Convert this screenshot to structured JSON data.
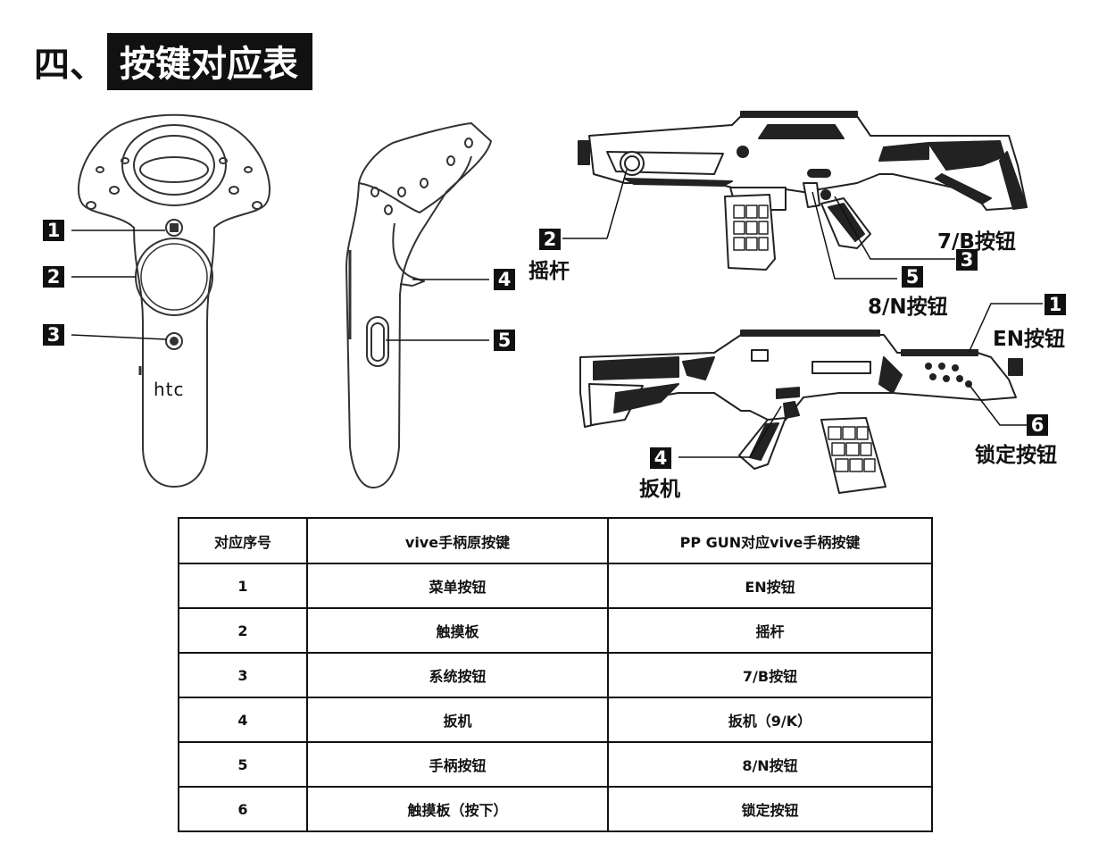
{
  "heading": {
    "number": "四、",
    "title": "按键对应表"
  },
  "controller": {
    "brand": "htc",
    "badges": [
      "1",
      "2",
      "3",
      "4",
      "5"
    ]
  },
  "gun_top": {
    "badges": {
      "joystick": "2",
      "system": "3",
      "grip": "5"
    },
    "labels": {
      "joystick": "摇杆",
      "system": "7/B按钮",
      "grip": "8/N按钮"
    }
  },
  "gun_bottom": {
    "badges": {
      "menu": "1",
      "trigger": "4",
      "lock": "6"
    },
    "labels": {
      "menu": "EN按钮",
      "trigger": "扳机",
      "lock": "锁定按钮"
    }
  },
  "table": {
    "headers": [
      "对应序号",
      "vive手柄原按键",
      "PP GUN对应vive手柄按键"
    ],
    "rows": [
      [
        "1",
        "菜单按钮",
        "EN按钮"
      ],
      [
        "2",
        "触摸板",
        "摇杆"
      ],
      [
        "3",
        "系统按钮",
        "7/B按钮"
      ],
      [
        "4",
        "扳机",
        "扳机（9/K）"
      ],
      [
        "5",
        "手柄按钮",
        "8/N按钮"
      ],
      [
        "6",
        "触摸板（按下）",
        "锁定按钮"
      ]
    ]
  }
}
